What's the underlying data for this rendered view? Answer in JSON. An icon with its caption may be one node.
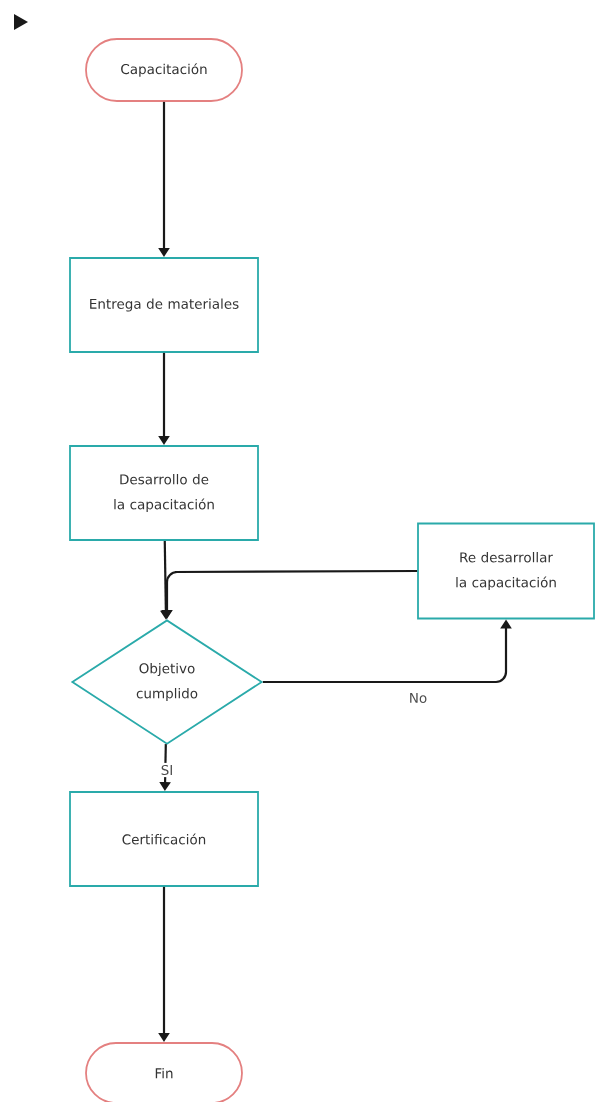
{
  "diagram": {
    "nodes": [
      {
        "text": [
          "Capacitación"
        ]
      },
      {
        "text": [
          "Entrega de materiales"
        ]
      },
      {
        "text": [
          "Desarrollo de la capacitación"
        ]
      },
      {
        "text": [
          "Objetivo cumplido"
        ]
      },
      {
        "text": [
          "Re desarrollar la capacitación"
        ]
      },
      {
        "text": [
          "Certificación"
        ]
      },
      {
        "text": [
          "Fin"
        ]
      }
    ],
    "edges": [
      {
        "from": 0,
        "to": 1,
        "arrow": "to"
      },
      {
        "from": 1,
        "to": 2,
        "arrow": "to"
      },
      {
        "from": 2,
        "to": 3,
        "arrow": "to"
      },
      {
        "from": 4,
        "to": 3,
        "arrow": "to"
      },
      {
        "from": 3,
        "to": 4,
        "arrow": "to",
        "label": "No"
      },
      {
        "from": 3,
        "to": 5,
        "arrow": "to",
        "label": "SI"
      },
      {
        "from": 5,
        "to": 6,
        "arrow": "to"
      }
    ]
  }
}
